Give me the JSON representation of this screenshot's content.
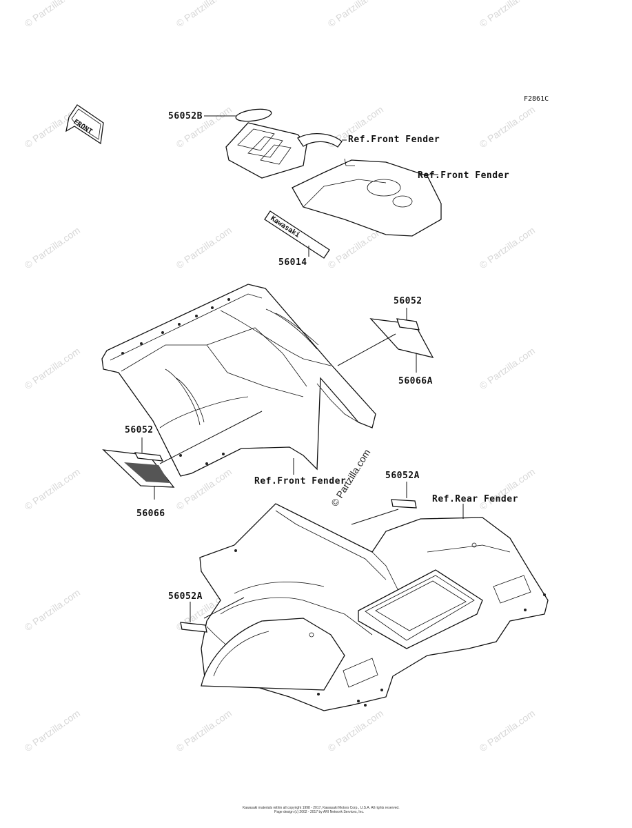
{
  "figure_code": "F2861C",
  "front_arrow_label": "FRONT",
  "watermark_text": "© Partzilla.com",
  "callouts": {
    "decal_56052B": "56052B",
    "ref_front_fender_1": "Ref.Front Fender",
    "ref_front_fender_2": "Ref.Front Fender",
    "emblem_56014": "56014",
    "kawasaki_logo_text": "Kawasaki",
    "decal_56052_right": "56052",
    "decal_56066A": "56066A",
    "decal_56052_left": "56052",
    "decal_56066": "56066",
    "ref_front_fender_3": "Ref.Front Fender",
    "decal_56052A_top": "56052A",
    "ref_rear_fender": "Ref.Rear Fender",
    "decal_56052A_left": "56052A"
  },
  "footer": {
    "line1": "Kawasaki materials within all copyright 1998 - 2017, Kawasaki Motors Corp., U.S.A. All rights reserved.",
    "line2": "Page design (c) 2002 - 2017 by ARI Network Services, Inc."
  }
}
